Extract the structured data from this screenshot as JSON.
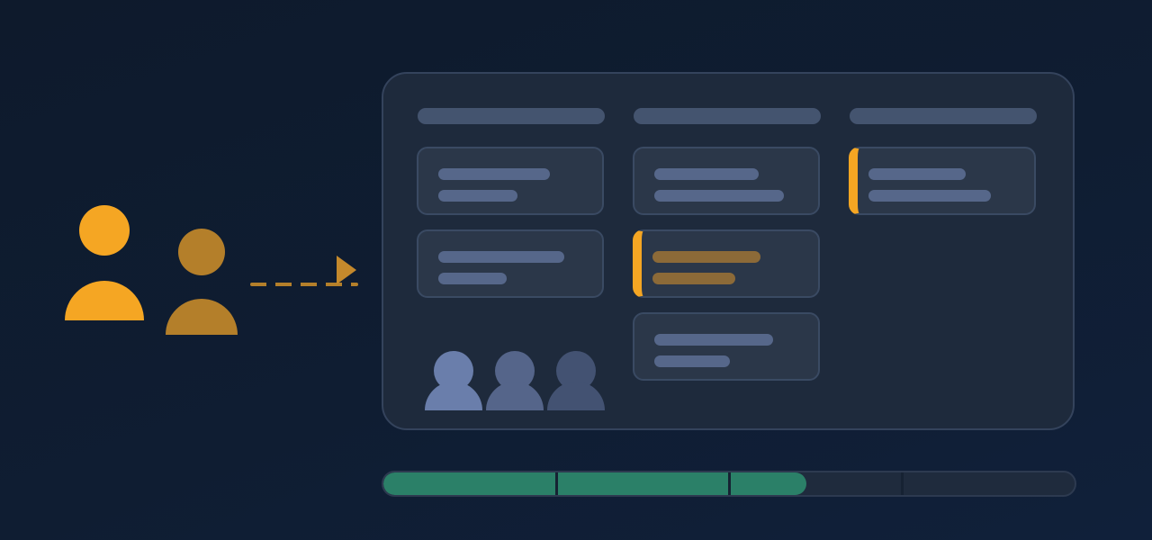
{
  "colors": {
    "accent": "#f5a623",
    "accent_dim": "#b47f2a",
    "board_bg": "#1e2a3c",
    "card_bg": "#2b3749",
    "bar": "#56678a",
    "progress": "#2b8068"
  },
  "progress": {
    "value": 0.612,
    "segments": 4
  },
  "icons": {
    "primary_user": "user-icon",
    "secondary_user": "user-icon",
    "arrow": "arrow-right-icon",
    "team": "team-avatars"
  }
}
